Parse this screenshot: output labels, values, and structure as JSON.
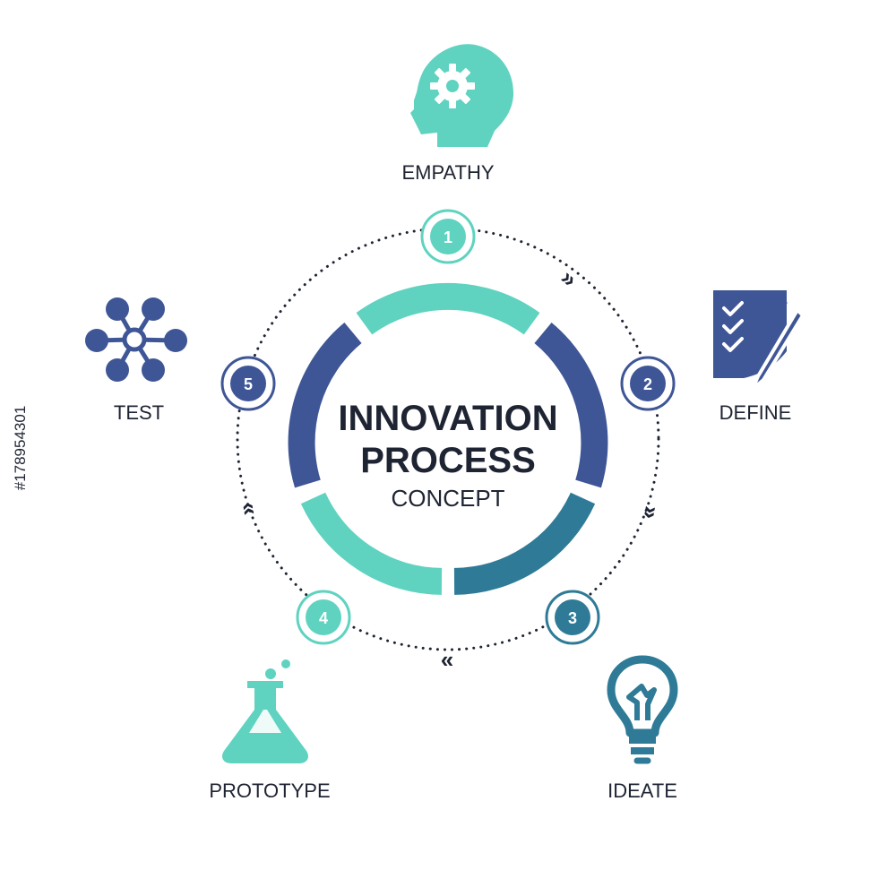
{
  "title": {
    "line1": "INNOVATION",
    "line2": "PROCESS",
    "subtitle": "CONCEPT"
  },
  "stages": [
    {
      "number": "1",
      "label": "EMPATHY",
      "icon": "head-gear-icon",
      "color": "#5fd3c0"
    },
    {
      "number": "2",
      "label": "DEFINE",
      "icon": "checklist-pen-icon",
      "color": "#3f5696"
    },
    {
      "number": "3",
      "label": "IDEATE",
      "icon": "lightbulb-icon",
      "color": "#2f7b97"
    },
    {
      "number": "4",
      "label": "PROTOTYPE",
      "icon": "flask-icon",
      "color": "#5fd3c0"
    },
    {
      "number": "5",
      "label": "TEST",
      "icon": "network-icon",
      "color": "#3f5696"
    }
  ],
  "arrows": {
    "clockwise": "»",
    "glyph_reverse": "«"
  },
  "colors": {
    "teal": "#5fd3c0",
    "navy": "#3f5696",
    "steel": "#2f7b97",
    "text": "#1f2433"
  },
  "side_id": "#178954301"
}
